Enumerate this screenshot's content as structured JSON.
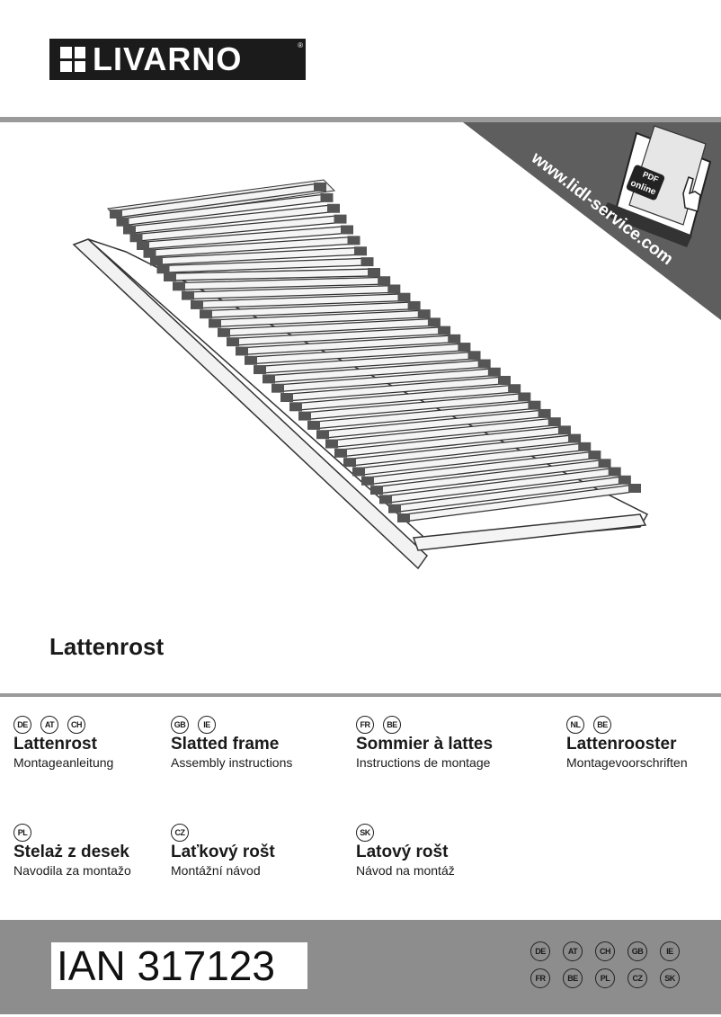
{
  "brand": {
    "name": "LIVARNO",
    "registered": "®"
  },
  "banner": {
    "url": "www.lidl-service.com",
    "pdf_label": "PDF",
    "online_label": "online"
  },
  "product_title": "Lattenrost",
  "languages": [
    {
      "codes": [
        "DE",
        "AT",
        "CH"
      ],
      "title": "Lattenrost",
      "subtitle": "Montageanleitung"
    },
    {
      "codes": [
        "GB",
        "IE"
      ],
      "title": "Slatted frame",
      "subtitle": "Assembly instructions"
    },
    {
      "codes": [
        "FR",
        "BE"
      ],
      "title": "Sommier à lattes",
      "subtitle": "Instructions de montage"
    },
    {
      "codes": [
        "NL",
        "BE"
      ],
      "title": "Lattenrooster",
      "subtitle": "Montagevoorschriften"
    },
    {
      "codes": [
        "PL"
      ],
      "title": "Stelaż z desek",
      "subtitle": "Navodila za montažo"
    },
    {
      "codes": [
        "CZ"
      ],
      "title": "Laťkový rošt",
      "subtitle": "Montážní návod"
    },
    {
      "codes": [
        "SK"
      ],
      "title": "Latový rošt",
      "subtitle": "Návod na montáž"
    }
  ],
  "footer": {
    "ian": "IAN 317123",
    "codes_row1": [
      "DE",
      "AT",
      "CH",
      "GB",
      "IE"
    ],
    "codes_row2": [
      "FR",
      "BE",
      "PL",
      "CZ",
      "SK"
    ]
  },
  "colors": {
    "footer_gray": "#8e8d8e",
    "banner_gray": "#5e5e5e",
    "bar_gray": "#9a9a9a"
  }
}
